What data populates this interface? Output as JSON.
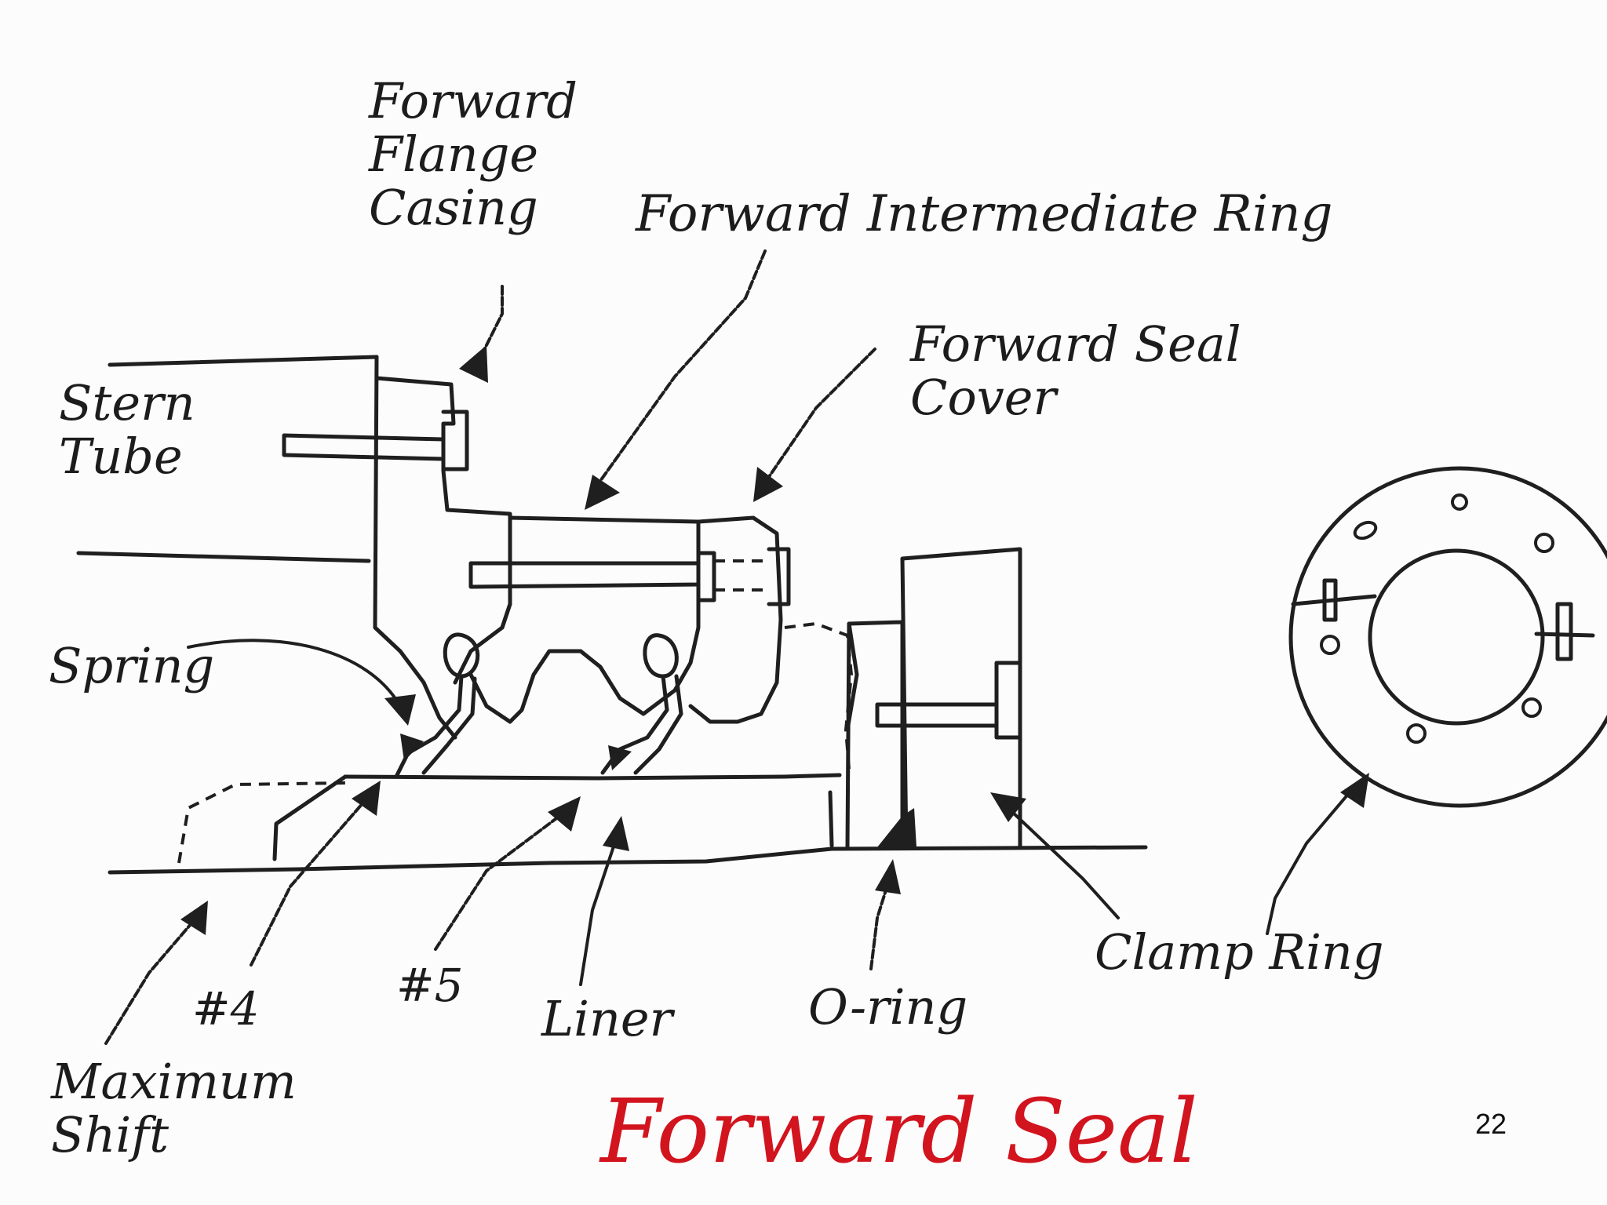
{
  "labels": {
    "forward_flange_casing": [
      "Forward",
      "Flange",
      "Casing"
    ],
    "forward_intermediate_ring": "Forward Intermediate Ring",
    "forward_seal_cover": [
      "Forward Seal",
      "Cover"
    ],
    "stern_tube": [
      "Stern",
      "Tube"
    ],
    "spring": "Spring",
    "number_4": "#4",
    "number_5": "#5",
    "liner": "Liner",
    "o_ring": "O-ring",
    "clamp_ring": "Clamp Ring",
    "maximum_shift": [
      "Maximum",
      "Shift"
    ]
  },
  "title": "Forward Seal",
  "page_number": "22",
  "colors": {
    "ink": "#1f1f1f",
    "title": "#d2141e",
    "background": "#fdfcfd"
  }
}
